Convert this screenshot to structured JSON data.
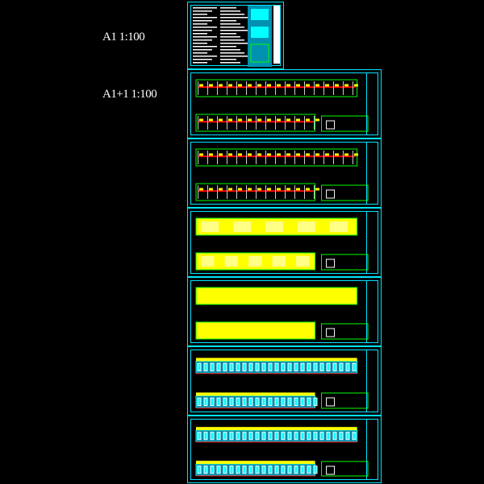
{
  "labels": {
    "a1": "A1 1:100",
    "a1plus1": "A1+1 1:100"
  },
  "colors": {
    "frame": "#00e5ff",
    "wall": "#00ff00",
    "fill": "#ffff00",
    "glass": "#00ffff",
    "section": "#ff0000",
    "text": "#ffffff"
  },
  "sheets": [
    {
      "type": "cover"
    },
    {
      "type": "plan"
    },
    {
      "type": "plan"
    },
    {
      "type": "roof-plan"
    },
    {
      "type": "roof"
    },
    {
      "type": "elevation"
    },
    {
      "type": "elevation"
    }
  ]
}
